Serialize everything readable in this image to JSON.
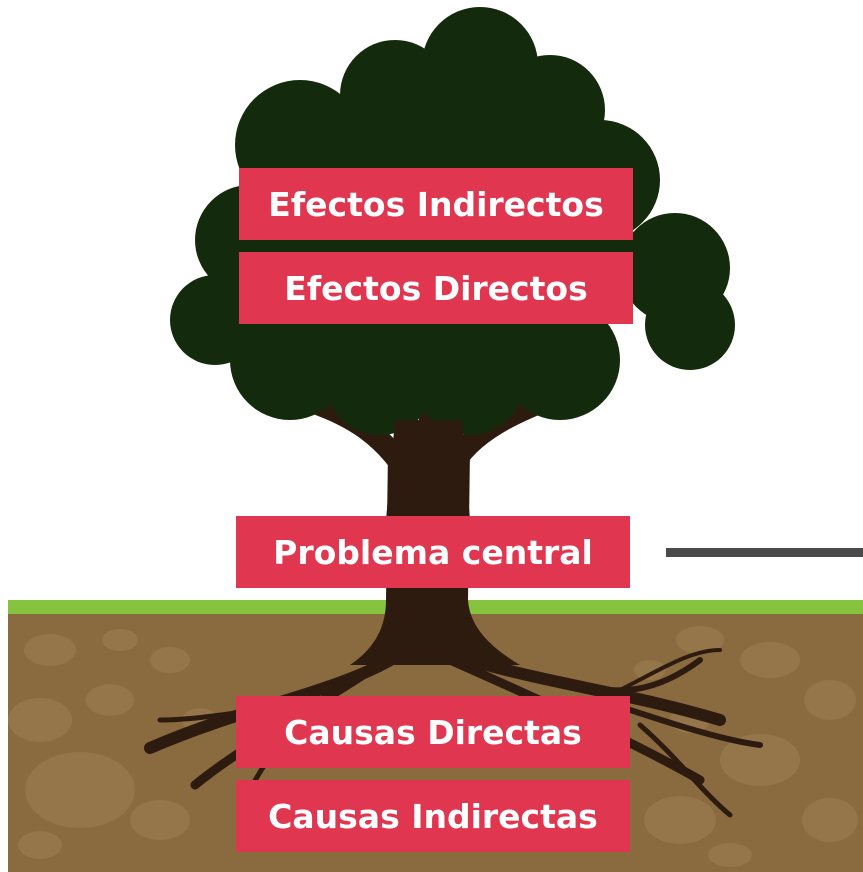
{
  "diagram": {
    "effects_indirect": "Efectos Indirectos",
    "effects_direct": "Efectos Directos",
    "central_problem": "Problema central",
    "causes_direct": "Causas Directas",
    "causes_indirect": "Causas Indirectas"
  },
  "colors": {
    "label_background": "#e0364f",
    "label_text": "#ffffff",
    "foliage": "#132b0c",
    "trunk": "#2e1b10",
    "grass": "#86c440",
    "soil": "#8a6a3f",
    "soil_stones": "#9a7a4f",
    "pointer": "#4a4a4a"
  }
}
